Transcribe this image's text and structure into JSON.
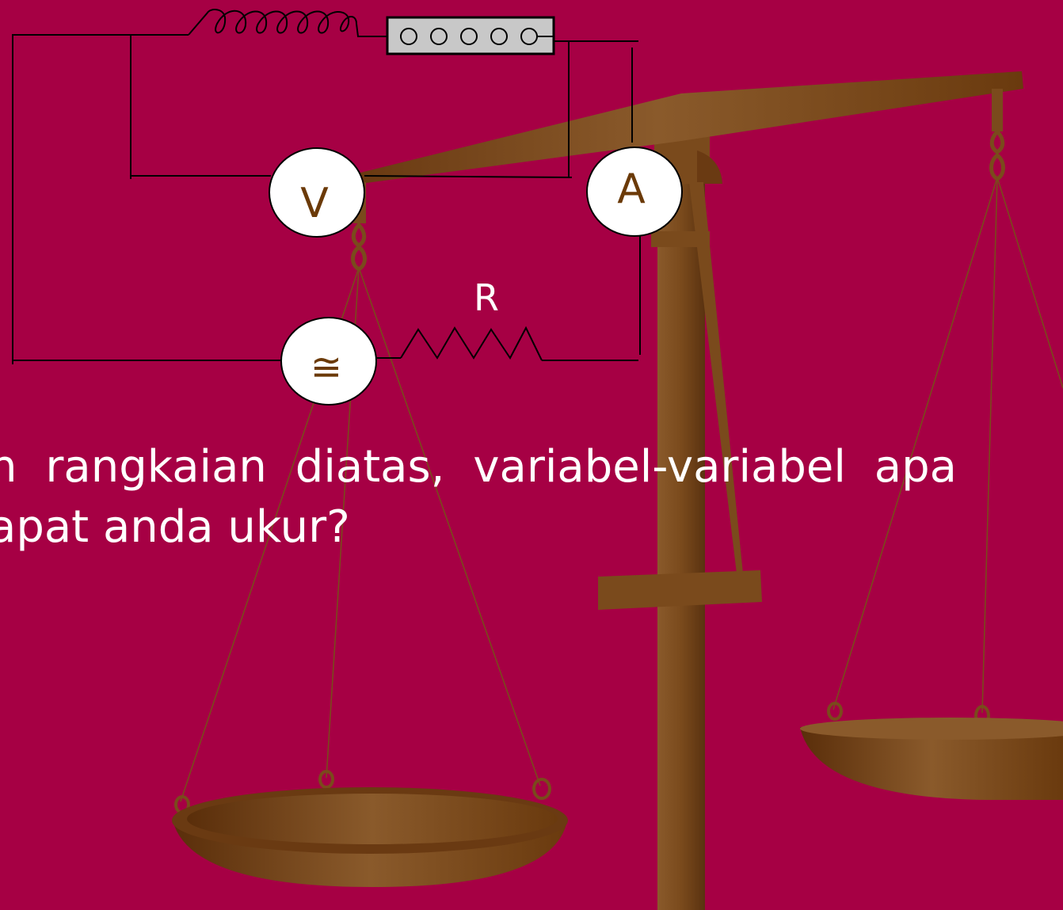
{
  "slide": {
    "background_color": "#a60044",
    "wood_color": "#7a4a1c"
  },
  "circuit": {
    "voltmeter_label": "V",
    "ammeter_label": "A",
    "source_symbol": "≅",
    "resistor_label": "R",
    "rheostat_icon": "rheostat-box-icon",
    "inductor_icon": "coil-icon"
  },
  "question": {
    "line1_words": [
      "n",
      "rangkaian",
      "diatas,",
      "variabel-variabel",
      "apa"
    ],
    "line2": "apat anda ukur?"
  }
}
